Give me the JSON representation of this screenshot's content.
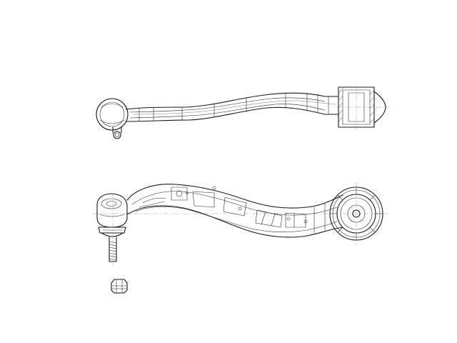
{
  "drawing": {
    "background": "#ffffff",
    "line_color": "#1a1a1a",
    "views": [
      {
        "id": "top-view",
        "component": "control-arm"
      },
      {
        "id": "front-view",
        "component": "control-arm"
      },
      {
        "id": "nut",
        "component": "lock-nut"
      }
    ]
  }
}
